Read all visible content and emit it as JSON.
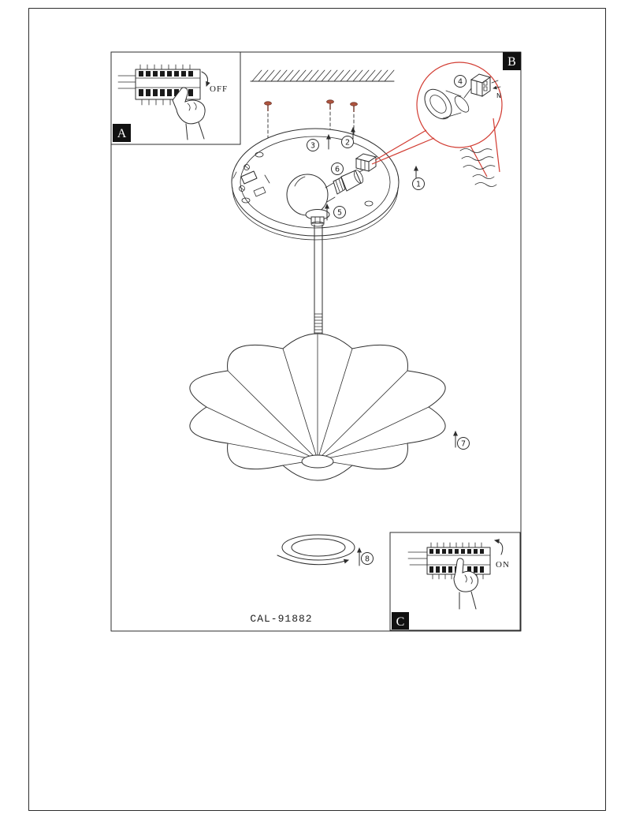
{
  "document": {
    "model_number": "CAL-91882"
  },
  "insets": {
    "a": {
      "label": "A",
      "breaker_state": "OFF"
    },
    "b": {
      "label": "B"
    },
    "c": {
      "label": "C",
      "breaker_state": "ON"
    }
  },
  "detail": {
    "terminal_label": "N"
  },
  "callouts": {
    "c1": "1",
    "c2": "2",
    "c3": "3",
    "c4": "4",
    "c5": "5",
    "c6": "6",
    "c7": "7",
    "c8": "8"
  },
  "colors": {
    "line": "#2d2d2d",
    "accent_red": "#d23c32",
    "paper": "#ffffff"
  }
}
